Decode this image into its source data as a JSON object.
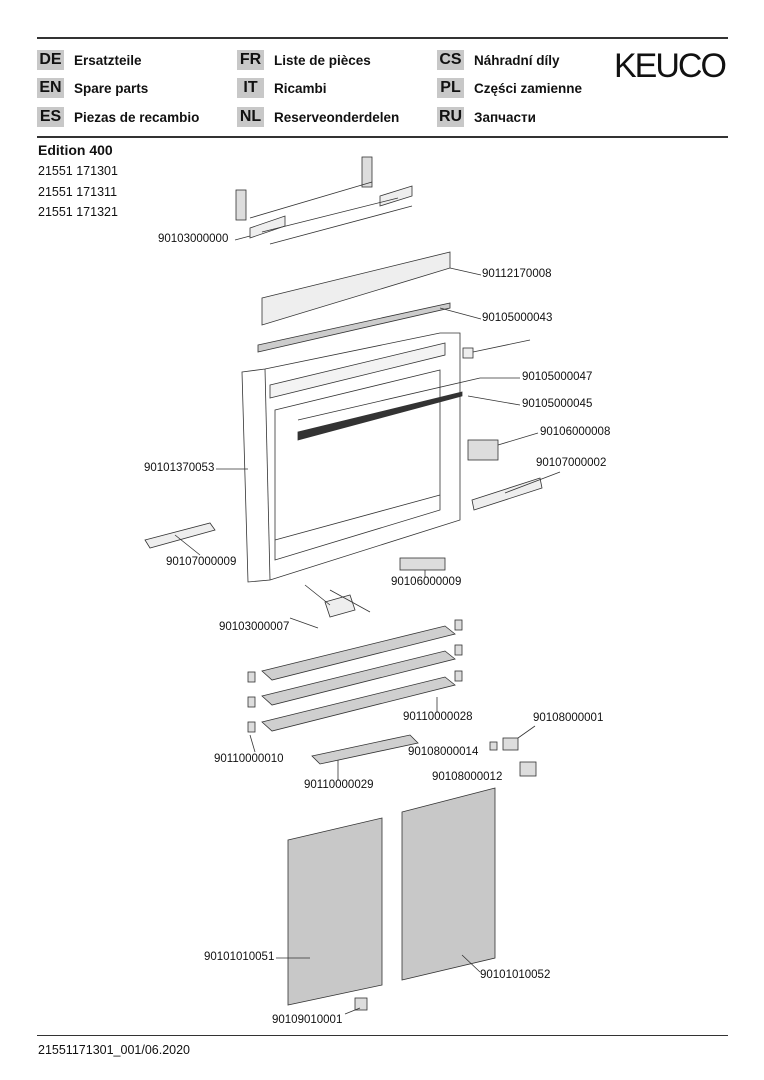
{
  "brand": "KEUCO",
  "languages": [
    {
      "code": "DE",
      "label": "Ersatzteile"
    },
    {
      "code": "EN",
      "label": "Spare parts"
    },
    {
      "code": "ES",
      "label": "Piezas de recambio"
    },
    {
      "code": "FR",
      "label": "Liste de pièces"
    },
    {
      "code": "IT",
      "label": "Ricambi"
    },
    {
      "code": "NL",
      "label": "Reserveonderdelen"
    },
    {
      "code": "CS",
      "label": "Náhradní díly"
    },
    {
      "code": "PL",
      "label": "Części zamienne"
    },
    {
      "code": "RU",
      "label": "Запчасти"
    }
  ],
  "product": {
    "title": "Edition 400",
    "articles": [
      "21551 171301",
      "21551 171311",
      "21551 171321"
    ]
  },
  "parts": [
    "90103000000",
    "90112170008",
    "90105000043",
    "90105000047",
    "90105000045",
    "90106000008",
    "90107000002",
    "90101370053",
    "90107000009",
    "90106000009",
    "90103000007",
    "90110000028",
    "90108000001",
    "90110000010",
    "90108000014",
    "90108000012",
    "90110000029",
    "90101010051",
    "90101010052",
    "90109010001"
  ],
  "footer": "21551171301_001/06.2020"
}
